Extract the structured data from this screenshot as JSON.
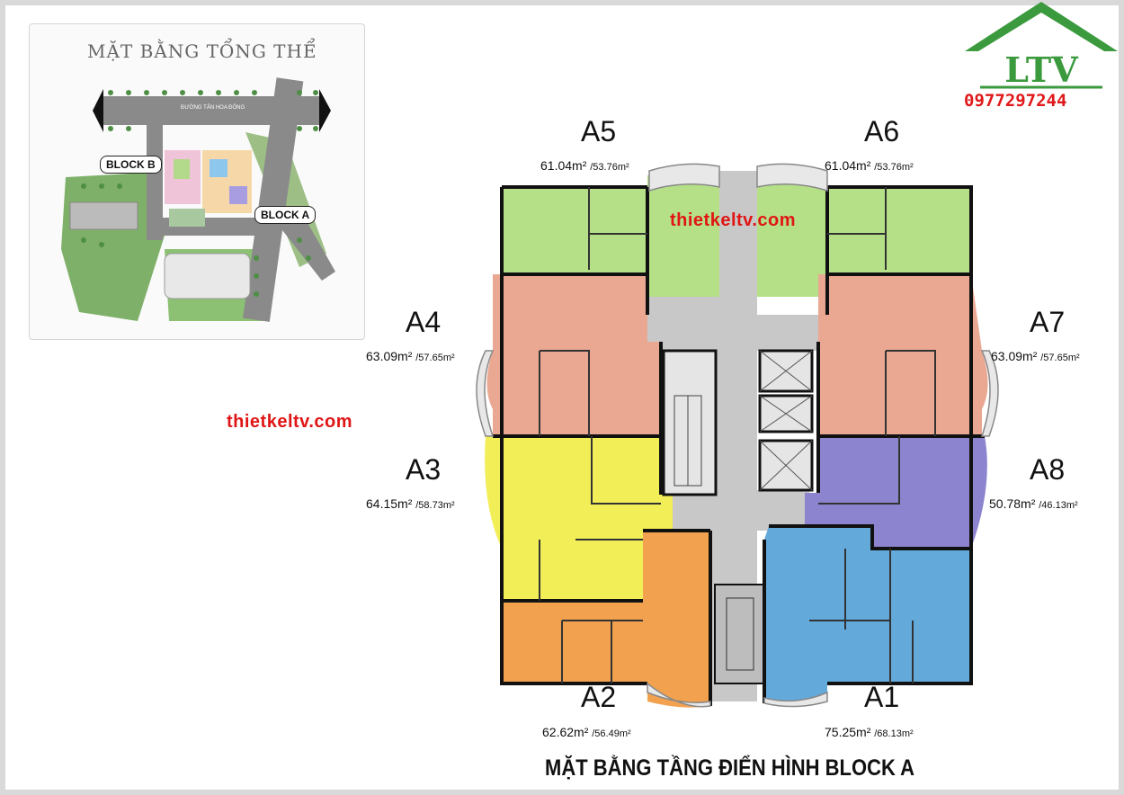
{
  "site_plan": {
    "title": "MẶT BẰNG TỔNG THỂ",
    "road": "ĐƯỜNG TÂN HOA ĐÔNG",
    "block_b": "BLOCK B",
    "block_a": "BLOCK A"
  },
  "logo": {
    "text": "LTV",
    "phone": "0977297244",
    "colors": {
      "green": "#3b9a3e",
      "red": "#e0191b"
    }
  },
  "watermarks": [
    "thietkeltv.com",
    "thietkeltv.com"
  ],
  "units": {
    "A1": {
      "name": "A1",
      "area_main": "75.25m²",
      "area_sub": "/68.13m²",
      "color": "#63aadb"
    },
    "A2": {
      "name": "A2",
      "area_main": "62.62m²",
      "area_sub": "/56.49m²",
      "color": "#f2a24e"
    },
    "A3": {
      "name": "A3",
      "area_main": "64.15m²",
      "area_sub": "/58.73m²",
      "color": "#f2ee58"
    },
    "A4": {
      "name": "A4",
      "area_main": "63.09m²",
      "area_sub": "/57.65m²",
      "color": "#eaa893"
    },
    "A5": {
      "name": "A5",
      "area_main": "61.04m²",
      "area_sub": "/53.76m²",
      "color": "#b5e088"
    },
    "A6": {
      "name": "A6",
      "area_main": "61.04m²",
      "area_sub": "/53.76m²",
      "color": "#b5e088"
    },
    "A7": {
      "name": "A7",
      "area_main": "63.09m²",
      "area_sub": "/57.65m²",
      "color": "#eaa893"
    },
    "A8": {
      "name": "A8",
      "area_main": "50.78m²",
      "area_sub": "/46.13m²",
      "color": "#8d84cf"
    }
  },
  "core_color": "#c8c8c8",
  "footer": "MẶT BẰNG TẦNG ĐIỂN HÌNH BLOCK A"
}
